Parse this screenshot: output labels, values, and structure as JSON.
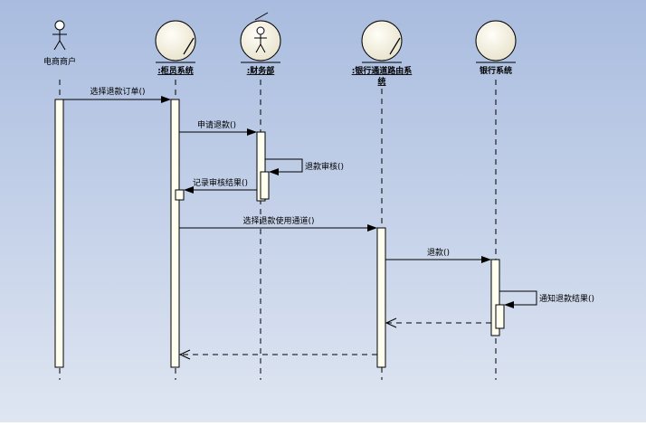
{
  "participants": {
    "p1": {
      "label": "电商商户",
      "kind": "actor"
    },
    "p2": {
      "label": ":柜员系统",
      "kind": "boundary"
    },
    "p3": {
      "label": ":财务部",
      "kind": "actor-in-circle"
    },
    "p4": {
      "label_line1": ":银行通道路由系",
      "label_line2": "统",
      "kind": "boundary"
    },
    "p5": {
      "label": "银行系统",
      "kind": "boundary"
    }
  },
  "messages": {
    "m1": "选择退款订单()",
    "m2": "申请退款()",
    "m3": "退款审核()",
    "m4": "记录审核结果()",
    "m5": "选择退款使用通道()",
    "m6": "退款()",
    "m7": "通知退款结果()"
  },
  "colors": {
    "background_top": "#a9bcdf",
    "background_bottom": "#dfe6f2",
    "activation_fill": "#fffff0",
    "stroke": "#000000"
  }
}
